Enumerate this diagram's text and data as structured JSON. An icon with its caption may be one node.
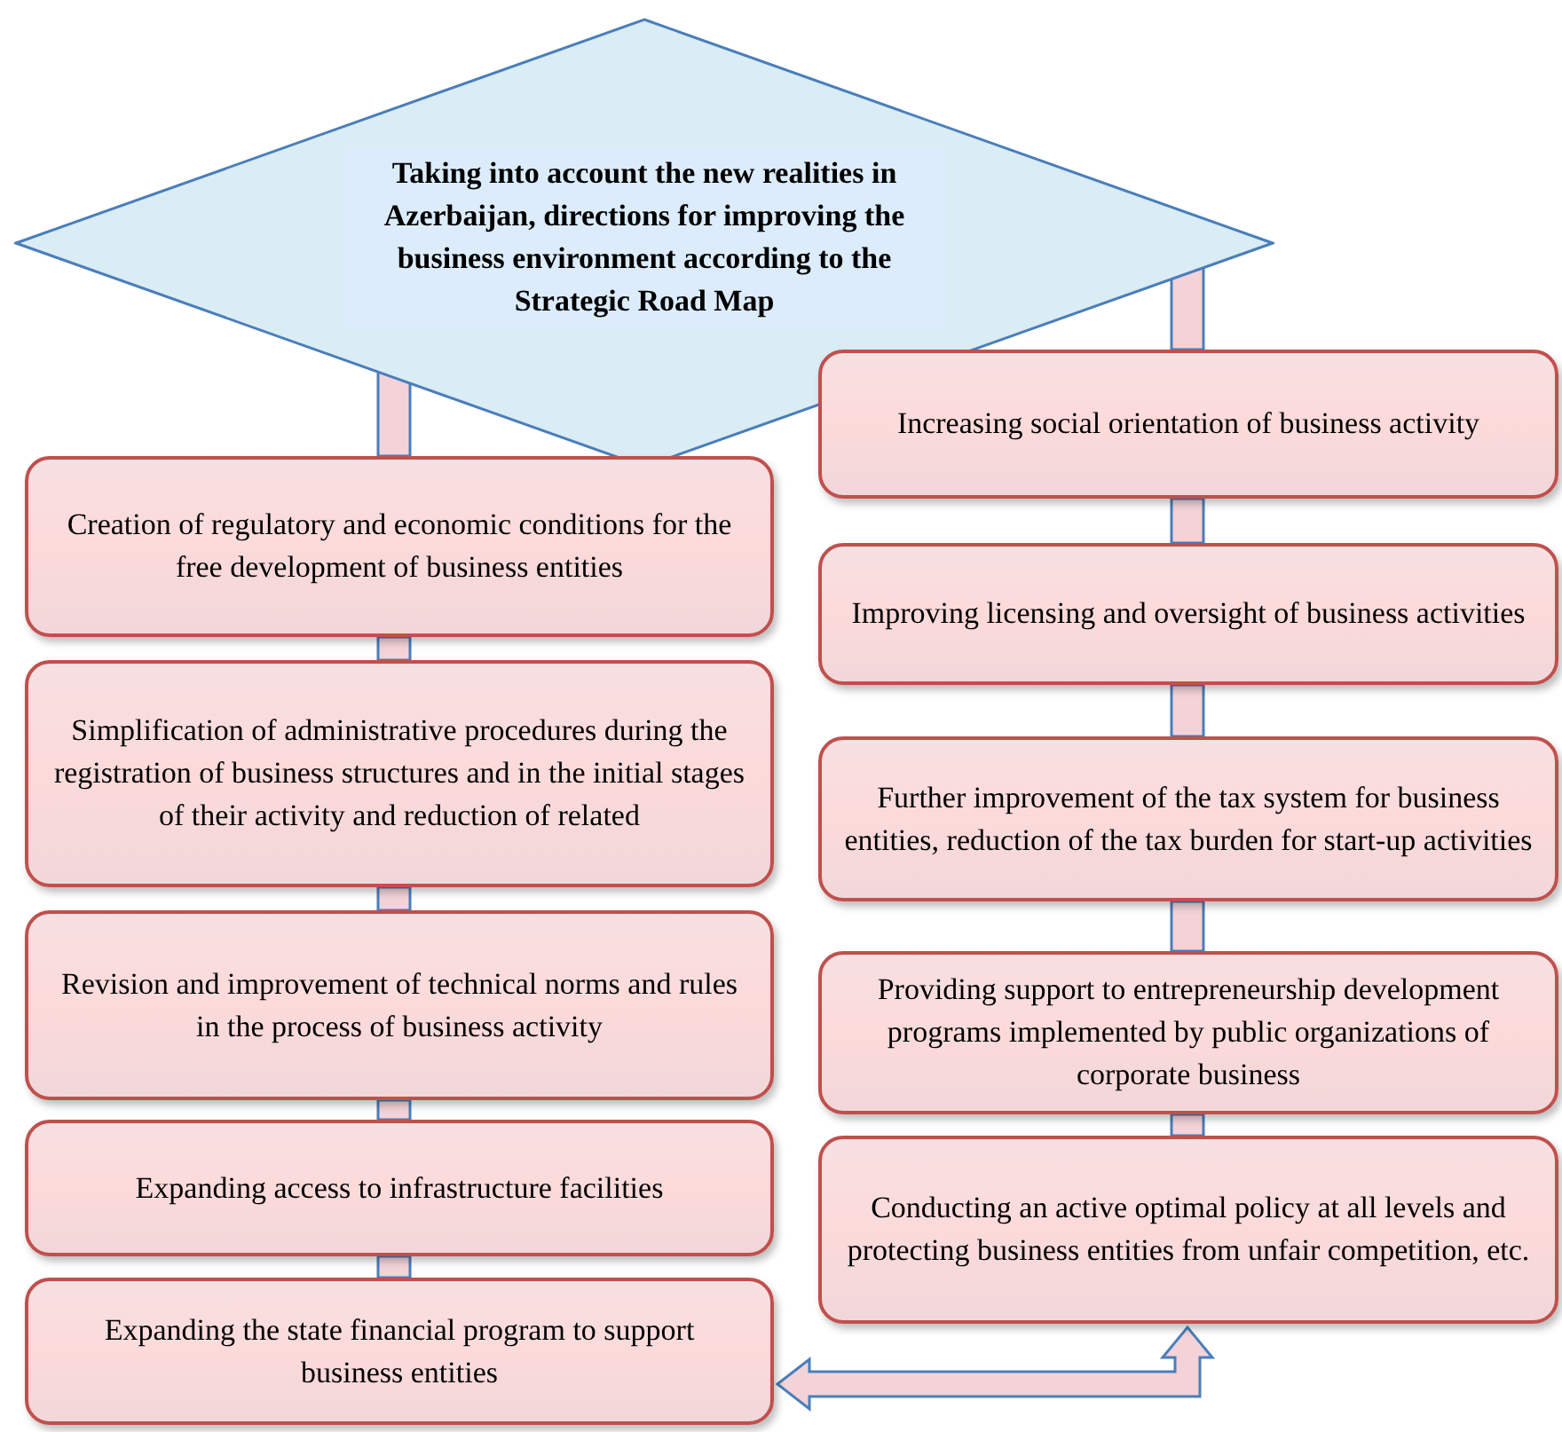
{
  "diagram": {
    "nodes": [
      {
        "text": [
          "Taking into account the new realities in Azerbaijan, directions for improving the business environment according to the Strategic Road Map"
        ]
      },
      {
        "text": [
          "Creation of regulatory and economic conditions for the free development of business entities"
        ]
      },
      {
        "text": [
          "Simplification of administrative procedures during the registration of business structures and in the initial stages of their activity and reduction of related"
        ]
      },
      {
        "text": [
          "Revision and improvement of technical norms and rules in the process of business activity"
        ]
      },
      {
        "text": [
          "Expanding access to infrastructure facilities"
        ]
      },
      {
        "text": [
          "Expanding the state financial program to support business entities"
        ]
      },
      {
        "text": [
          "Increasing social orientation of business activity"
        ]
      },
      {
        "text": [
          "Improving licensing and oversight of business activities"
        ]
      },
      {
        "text": [
          "Further improvement of the tax system for business entities, reduction of the tax burden for start-up activities"
        ]
      },
      {
        "text": [
          "Providing support to entrepreneurship development programs implemented by public organizations of corporate business"
        ]
      },
      {
        "text": [
          "Conducting an active optimal policy at all levels and protecting business entities from unfair competition, etc."
        ]
      }
    ],
    "edges": [
      {
        "from": 0,
        "to": 1,
        "arrow": "none",
        "style": "thick"
      },
      {
        "from": 1,
        "to": 2,
        "arrow": "none",
        "style": "thick"
      },
      {
        "from": 2,
        "to": 3,
        "arrow": "none",
        "style": "thick"
      },
      {
        "from": 3,
        "to": 4,
        "arrow": "none",
        "style": "thick"
      },
      {
        "from": 4,
        "to": 5,
        "arrow": "none",
        "style": "thick"
      },
      {
        "from": 0,
        "to": 6,
        "arrow": "none",
        "style": "thick"
      },
      {
        "from": 6,
        "to": 7,
        "arrow": "none",
        "style": "thick"
      },
      {
        "from": 7,
        "to": 8,
        "arrow": "none",
        "style": "thick"
      },
      {
        "from": 8,
        "to": 9,
        "arrow": "none",
        "style": "thick"
      },
      {
        "from": 9,
        "to": 10,
        "arrow": "none",
        "style": "thick"
      },
      {
        "from": 10,
        "to": 5,
        "arrow": "both",
        "style": "thick"
      }
    ]
  }
}
